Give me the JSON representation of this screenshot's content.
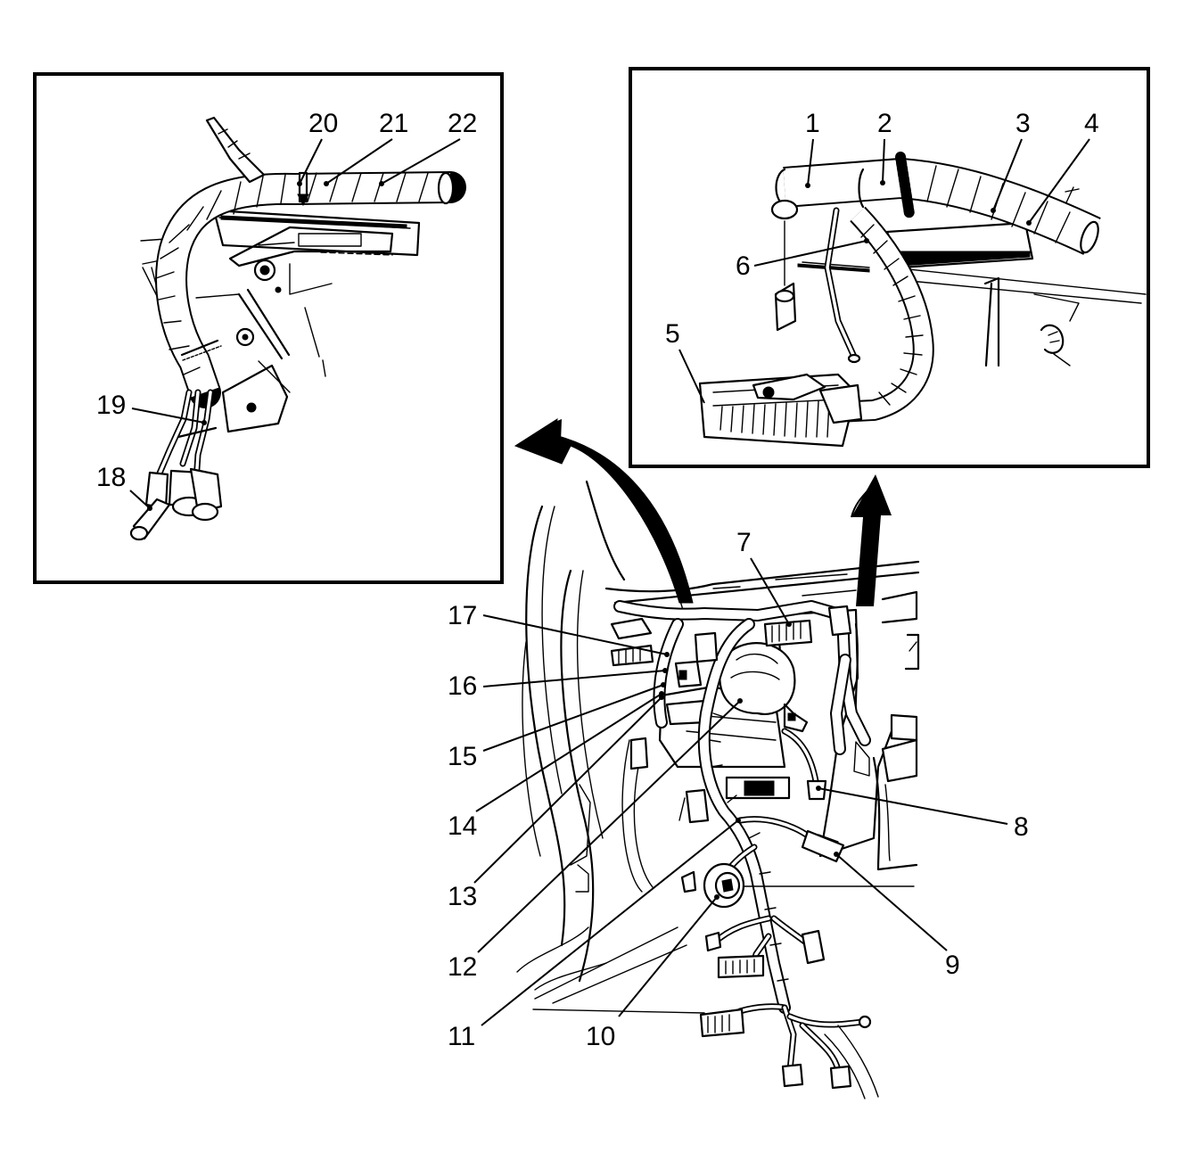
{
  "figure": {
    "detail_left_panel": "detail-view-left",
    "detail_right_panel": "detail-view-right",
    "main_view": "main-view-dash-harness"
  },
  "callouts": [
    {
      "id": "c1",
      "label": "1"
    },
    {
      "id": "c2",
      "label": "2"
    },
    {
      "id": "c3",
      "label": "3"
    },
    {
      "id": "c4",
      "label": "4"
    },
    {
      "id": "c5",
      "label": "5"
    },
    {
      "id": "c6",
      "label": "6"
    },
    {
      "id": "c7",
      "label": "7"
    },
    {
      "id": "c8",
      "label": "8"
    },
    {
      "id": "c9",
      "label": "9"
    },
    {
      "id": "c10",
      "label": "10"
    },
    {
      "id": "c11",
      "label": "11"
    },
    {
      "id": "c12",
      "label": "12"
    },
    {
      "id": "c13",
      "label": "13"
    },
    {
      "id": "c14",
      "label": "14"
    },
    {
      "id": "c15",
      "label": "15"
    },
    {
      "id": "c16",
      "label": "16"
    },
    {
      "id": "c17",
      "label": "17"
    },
    {
      "id": "c18",
      "label": "18"
    },
    {
      "id": "c19",
      "label": "19"
    },
    {
      "id": "c20",
      "label": "20"
    },
    {
      "id": "c21",
      "label": "21"
    },
    {
      "id": "c22",
      "label": "22"
    }
  ],
  "colors": {
    "ink": "#000000",
    "background": "#ffffff"
  }
}
